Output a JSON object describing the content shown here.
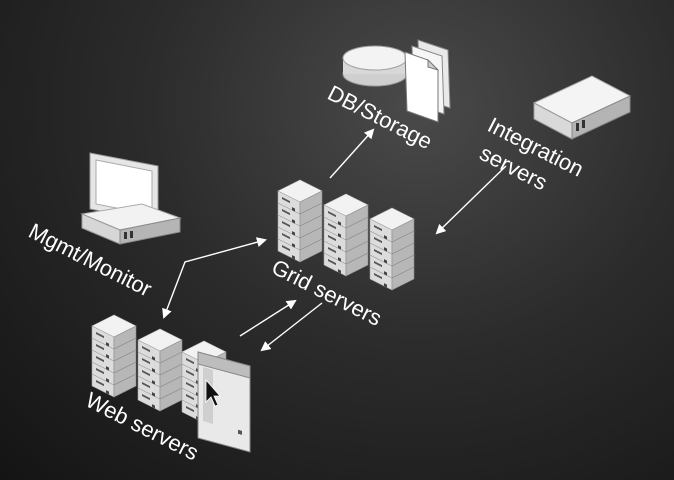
{
  "nodes": {
    "db_storage": {
      "label": "DB/Storage",
      "icon": "database-icon"
    },
    "integration": {
      "label_line1": "Integration",
      "label_line2": "servers",
      "icon": "server-box-icon"
    },
    "mgmt": {
      "label": "Mgmt/Monitor",
      "icon": "monitor-icon"
    },
    "grid": {
      "label": "Grid servers",
      "icon": "server-rack-icon"
    },
    "web": {
      "label": "Web servers",
      "icon": "web-server-icon"
    }
  },
  "colors": {
    "background": "#1e1e1e",
    "arrow": "#ffffff",
    "text": "#ffffff"
  }
}
